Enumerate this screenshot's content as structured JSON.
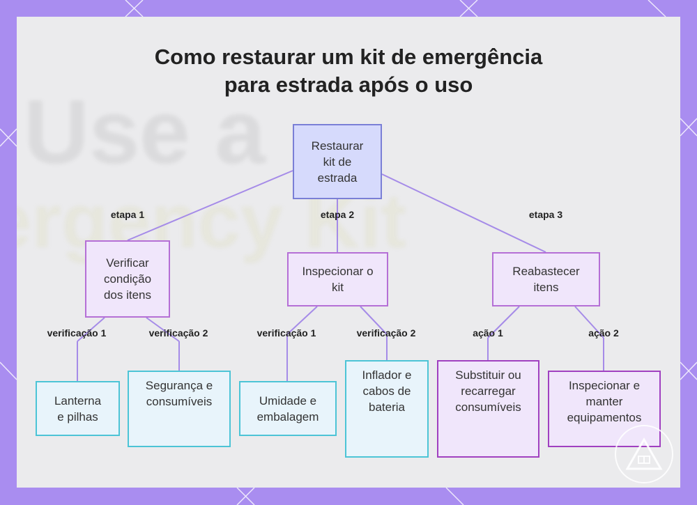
{
  "title": {
    "line1": "Como restaurar um kit de emergência",
    "line2": "para estrada após o uso"
  },
  "background_text": {
    "line1": "Use a",
    "line2": "ergency Kit"
  },
  "nodes": {
    "root": "Restaurar kit de estrada",
    "verificar": "Verificar condição dos itens",
    "inspecionar_kit": "Inspecionar o kit",
    "reabastecer": "Reabastecer itens",
    "lanterna": "Lanterna e pilhas",
    "seguranca": "Segurança e consumíveis",
    "umidade": "Umidade e embalagem",
    "inflador": "Inflador e cabos de bateria",
    "substituir": "Substituir ou recarregar consumíveis",
    "inspecionar_manter": "Inspecionar e manter equipamentos"
  },
  "edge_labels": {
    "etapa1": "etapa 1",
    "etapa2": "etapa 2",
    "etapa3": "etapa 3",
    "verificacao1_a": "verificação 1",
    "verificacao2_a": "verificação 2",
    "verificacao1_b": "verificação 1",
    "verificacao2_b": "verificação 2",
    "acao1": "ação 1",
    "acao2": "ação 2"
  },
  "colors": {
    "frame": "#a98df0",
    "edge": "#a58be8",
    "root_fill": "#d6dafc",
    "mid_fill": "#f0e6fb",
    "leaf_blue_border": "#4cc4d6",
    "leaf_purple_border": "#a040c0"
  },
  "icons": {
    "logo": "warning-triangle-logo"
  }
}
